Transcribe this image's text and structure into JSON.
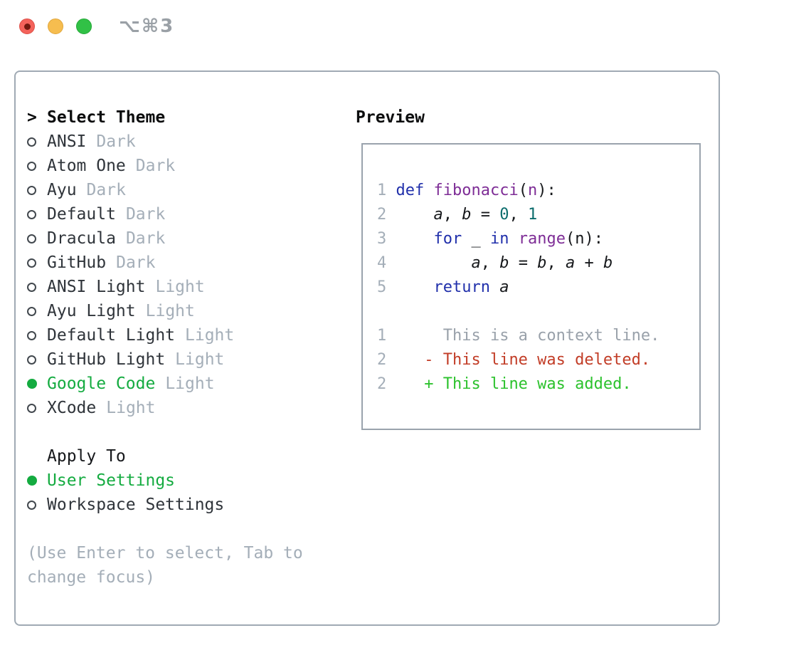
{
  "window": {
    "shortcut_label": "⌥⌘3",
    "traffic_lights": [
      "close",
      "minimize",
      "zoom"
    ]
  },
  "colors": {
    "selected_green": "#14ab40",
    "added_green": "#2cc22d",
    "deleted_red": "#c23d27",
    "context_gray": "#99a1aa",
    "muted_gray": "#a4aeb8",
    "keyword_blue": "#2130ab",
    "function_purple": "#7e2d96",
    "literal_teal": "#0b6c6c",
    "lineno_gray": "#a4aeb8",
    "text_dark": "#2f343a",
    "header_black": "#0c0d0e"
  },
  "theme_panel": {
    "header_cursor": ">",
    "header_label": "Select Theme",
    "themes": [
      {
        "name": "ANSI",
        "variant": "Dark",
        "selected": false
      },
      {
        "name": "Atom One",
        "variant": "Dark",
        "selected": false
      },
      {
        "name": "Ayu",
        "variant": "Dark",
        "selected": false
      },
      {
        "name": "Default",
        "variant": "Dark",
        "selected": false
      },
      {
        "name": "Dracula",
        "variant": "Dark",
        "selected": false
      },
      {
        "name": "GitHub",
        "variant": "Dark",
        "selected": false
      },
      {
        "name": "ANSI Light",
        "variant": "Light",
        "selected": false
      },
      {
        "name": "Ayu Light",
        "variant": "Light",
        "selected": false
      },
      {
        "name": "Default Light",
        "variant": "Light",
        "selected": false
      },
      {
        "name": "GitHub Light",
        "variant": "Light",
        "selected": false
      },
      {
        "name": "Google Code",
        "variant": "Light",
        "selected": true
      },
      {
        "name": "XCode",
        "variant": "Light",
        "selected": false
      }
    ],
    "apply_to": {
      "label": "Apply To",
      "options": [
        {
          "name": "User Settings",
          "selected": true
        },
        {
          "name": "Workspace Settings",
          "selected": false
        }
      ]
    },
    "hint_lines": [
      "(Use Enter to select, Tab to",
      "change focus)"
    ]
  },
  "preview": {
    "label": "Preview",
    "lines": [
      {
        "tokens": [
          {
            "t": "lineno",
            "s": "1"
          },
          {
            "t": "plain",
            "s": " "
          },
          {
            "t": "kw",
            "s": "def"
          },
          {
            "t": "plain",
            "s": " "
          },
          {
            "t": "fn",
            "s": "fibonacci"
          },
          {
            "t": "plain",
            "s": "("
          },
          {
            "t": "fn",
            "s": "n"
          },
          {
            "t": "plain",
            "s": "):"
          }
        ]
      },
      {
        "tokens": [
          {
            "t": "lineno",
            "s": "2"
          },
          {
            "t": "plain",
            "s": "     "
          },
          {
            "t": "ident",
            "s": "a"
          },
          {
            "t": "plain",
            "s": ", "
          },
          {
            "t": "ident",
            "s": "b"
          },
          {
            "t": "plain",
            "s": " = "
          },
          {
            "t": "lit",
            "s": "0"
          },
          {
            "t": "plain",
            "s": ", "
          },
          {
            "t": "lit",
            "s": "1"
          }
        ]
      },
      {
        "tokens": [
          {
            "t": "lineno",
            "s": "3"
          },
          {
            "t": "plain",
            "s": "     "
          },
          {
            "t": "kw",
            "s": "for"
          },
          {
            "t": "plain",
            "s": " _ "
          },
          {
            "t": "kw",
            "s": "in"
          },
          {
            "t": "plain",
            "s": " "
          },
          {
            "t": "fn",
            "s": "range"
          },
          {
            "t": "plain",
            "s": "(n):"
          }
        ]
      },
      {
        "tokens": [
          {
            "t": "lineno",
            "s": "4"
          },
          {
            "t": "plain",
            "s": "         "
          },
          {
            "t": "ident",
            "s": "a"
          },
          {
            "t": "plain",
            "s": ", "
          },
          {
            "t": "ident",
            "s": "b"
          },
          {
            "t": "plain",
            "s": " = "
          },
          {
            "t": "ident",
            "s": "b"
          },
          {
            "t": "plain",
            "s": ", "
          },
          {
            "t": "ident",
            "s": "a"
          },
          {
            "t": "plain",
            "s": " + "
          },
          {
            "t": "ident",
            "s": "b"
          }
        ]
      },
      {
        "tokens": [
          {
            "t": "lineno",
            "s": "5"
          },
          {
            "t": "plain",
            "s": "     "
          },
          {
            "t": "kw",
            "s": "return"
          },
          {
            "t": "plain",
            "s": " "
          },
          {
            "t": "ident",
            "s": "a"
          }
        ]
      },
      {
        "tokens": []
      },
      {
        "tokens": [
          {
            "t": "lineno",
            "s": "1"
          },
          {
            "t": "ctx",
            "s": "      This is a context line."
          }
        ]
      },
      {
        "tokens": [
          {
            "t": "lineno",
            "s": "2"
          },
          {
            "t": "plain",
            "s": "    "
          },
          {
            "t": "del",
            "s": "- This line was deleted."
          }
        ]
      },
      {
        "tokens": [
          {
            "t": "lineno",
            "s": "2"
          },
          {
            "t": "plain",
            "s": "    "
          },
          {
            "t": "add",
            "s": "+ This line was added."
          }
        ]
      }
    ]
  }
}
